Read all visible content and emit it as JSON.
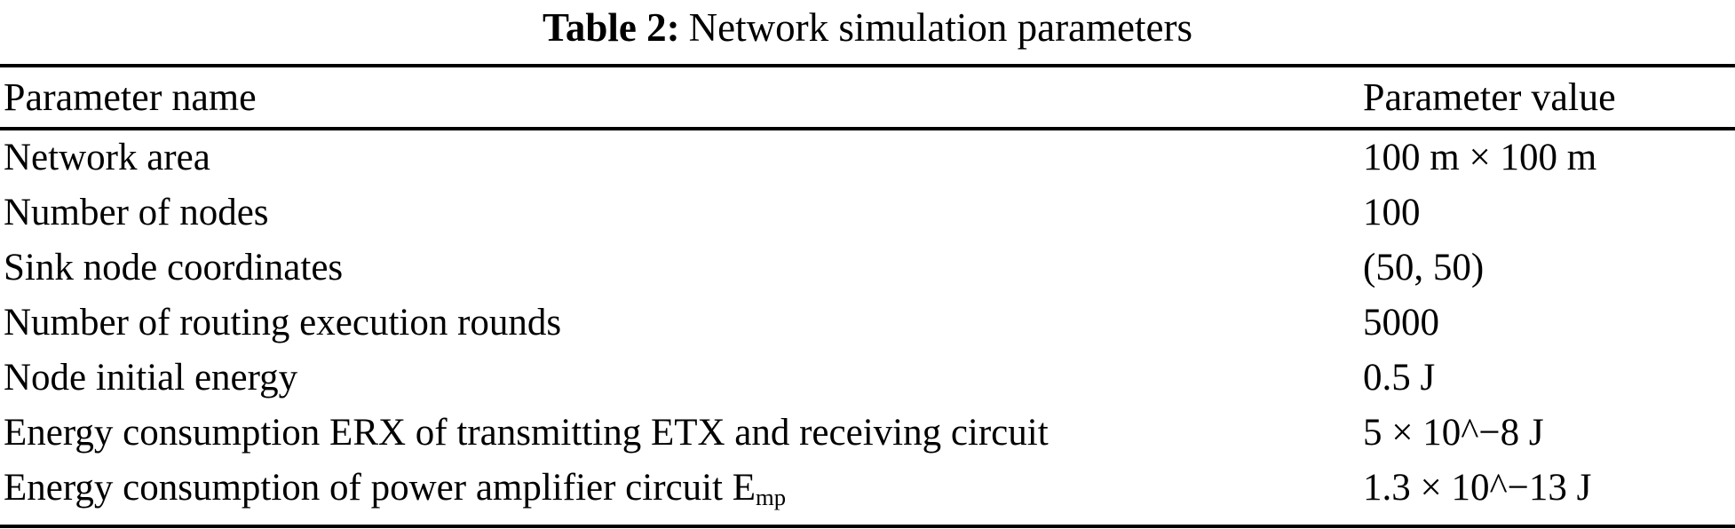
{
  "caption": {
    "label": "Table 2:",
    "text": "Network simulation parameters"
  },
  "table": {
    "columns": [
      "Parameter name",
      "Parameter value"
    ],
    "rows": [
      {
        "name": "Network area",
        "value": "100 m × 100 m"
      },
      {
        "name": "Number of nodes",
        "value": "100"
      },
      {
        "name": "Sink node coordinates",
        "value": "(50, 50)"
      },
      {
        "name": "Number of routing execution rounds",
        "value": "5000"
      },
      {
        "name": "Node initial energy",
        "value": "0.5 J"
      },
      {
        "name": "Energy consumption ERX of transmitting ETX and receiving circuit",
        "value": "5 × 10^−8 J"
      },
      {
        "name": "Energy consumption of power amplifier circuit E",
        "name_sub": "mp",
        "value": "1.3 × 10^−13 J"
      }
    ],
    "text_color": "#000000",
    "rule_color": "#000000",
    "background": "#ffffff"
  }
}
